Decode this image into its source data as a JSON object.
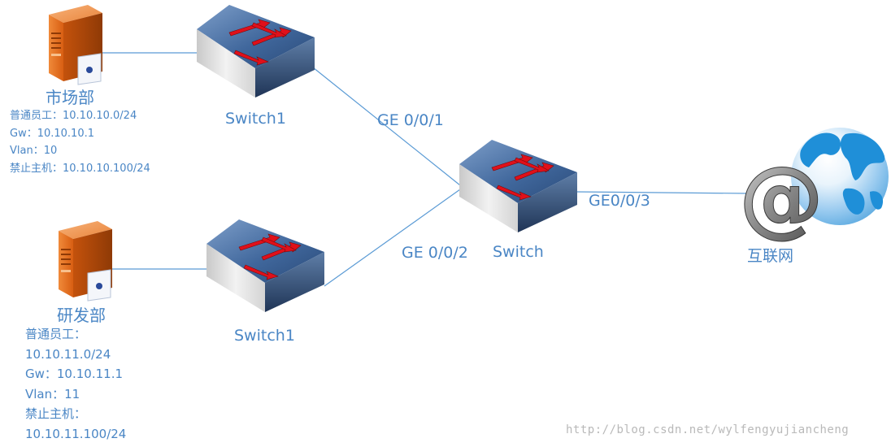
{
  "nodes": {
    "server_top": {
      "name": "市场部"
    },
    "server_bottom": {
      "name": "研发部"
    },
    "switch_top": {
      "label": "Switch1"
    },
    "switch_bottom": {
      "label": "Switch1"
    },
    "core_switch": {
      "label": "Switch"
    },
    "internet": {
      "label": "互联网"
    }
  },
  "ports": {
    "top_link": "GE 0/0/1",
    "bottom_link": "GE 0/0/2",
    "internet_link": "GE0/0/3"
  },
  "info_top": {
    "line1": "普通员工：10.10.10.0/24",
    "line2": "Gw：10.10.10.1",
    "line3": "Vlan：10",
    "line4": "禁止主机：10.10.10.100/24"
  },
  "info_bottom": {
    "line1": "普通员工：",
    "line2": "10.10.11.0/24",
    "line3": "Gw：10.10.11.1",
    "line4": "Vlan：11",
    "line5": "禁止主机：",
    "line6": "10.10.11.100/24"
  },
  "watermark": "http://blog.csdn.net/wylfengyujiancheng",
  "colors": {
    "label_blue": "#4a86c5",
    "link_line": "#5b9bd5",
    "server_orange": "#e8711f",
    "switch_top_blue": "#3d5f8f",
    "arrow_red": "#e0101a",
    "globe_blue": "#1f8fd8"
  }
}
